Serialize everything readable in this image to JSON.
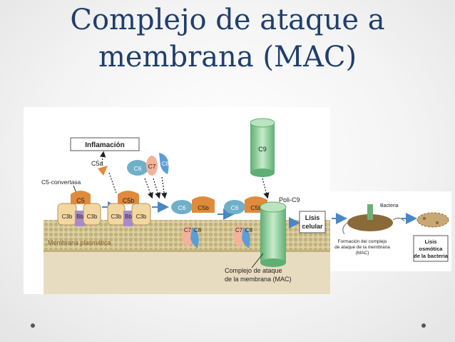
{
  "slide": {
    "title_line1": "Complejo de ataque a",
    "title_line2": "membrana (MAC)"
  },
  "diagram": {
    "inflamacion": "Inflamación",
    "c5a": "C5a",
    "c5_convertasa": "C5-convertasa",
    "c5": "C5",
    "c5b": "C5b",
    "c3b": "C3b",
    "bb": "Bb",
    "c6": "C6",
    "c7": "C7",
    "c8": "C8",
    "c9": "C9",
    "poli_c9": "Poli-C9",
    "membrana_plasmatica": "Membrana plasmática",
    "mac_line1": "Complejo de ataque",
    "mac_line2": "de la membrana (MAC)",
    "lisis_line1": "Lisis",
    "lisis_line2": "celular",
    "bacteria": "Bacteria",
    "formacion_line1": "Formación del complejo",
    "formacion_line2": "de ataque de la membrana",
    "formacion_line3": "(MAC)",
    "lisis_bact_line1": "Lisis",
    "lisis_bact_line2": "osmótica",
    "lisis_bact_line3": "de la bacteria"
  },
  "colors": {
    "title": "#1f3f6d",
    "c5_orange": "#e08a3c",
    "c3b_tan": "#f3d7a0",
    "bb_purple": "#a98bc9",
    "c6_teal": "#6fb0c8",
    "c7_salmon": "#f2b39a",
    "c8_blue": "#5b9ed6",
    "c9_green": "#8fcf9a",
    "membrane_tan": "#cdbf8f",
    "arrow_blue": "#4a86c6"
  }
}
